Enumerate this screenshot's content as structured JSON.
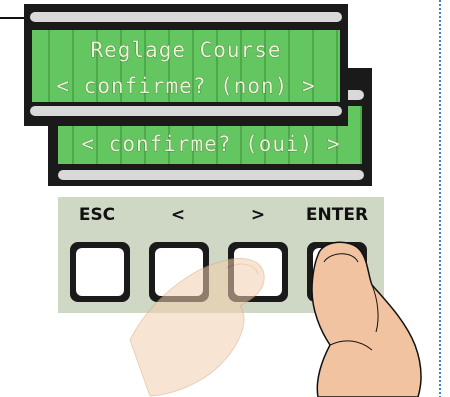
{
  "display_back": {
    "line1": "Reglage Course",
    "line2": "< confirme? (non) >"
  },
  "display_front": {
    "line1": "< confirme? (oui) >"
  },
  "keypad": {
    "keys": [
      {
        "label": "ESC"
      },
      {
        "label": "<"
      },
      {
        "label": ">"
      },
      {
        "label": "ENTER"
      }
    ]
  },
  "colors": {
    "lcd_screen": "#5fbf5a",
    "lcd_frame": "#1a1a1a",
    "keypad_panel": "#cfd8c4",
    "accent_border": "#3a86c8",
    "hand": "#f1c3a0"
  }
}
